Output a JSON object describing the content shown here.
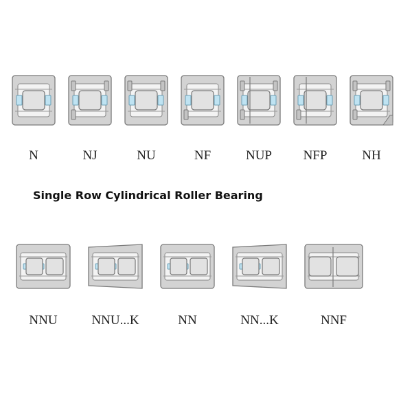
{
  "heading": "Single Row Cylindrical Roller Bearing",
  "row1": [
    {
      "label": "N",
      "type": "N"
    },
    {
      "label": "NJ",
      "type": "NJ"
    },
    {
      "label": "NU",
      "type": "NU"
    },
    {
      "label": "NF",
      "type": "NF"
    },
    {
      "label": "NUP",
      "type": "NUP"
    },
    {
      "label": "NFP",
      "type": "NFP"
    },
    {
      "label": "NH",
      "type": "NH"
    }
  ],
  "row2": [
    {
      "label": "NNU",
      "type": "NNU"
    },
    {
      "label": "NNU...K",
      "type": "NNUK"
    },
    {
      "label": "NN",
      "type": "NN"
    },
    {
      "label": "NN...K",
      "type": "NNK"
    },
    {
      "label": "NNF",
      "type": "NNF"
    }
  ]
}
